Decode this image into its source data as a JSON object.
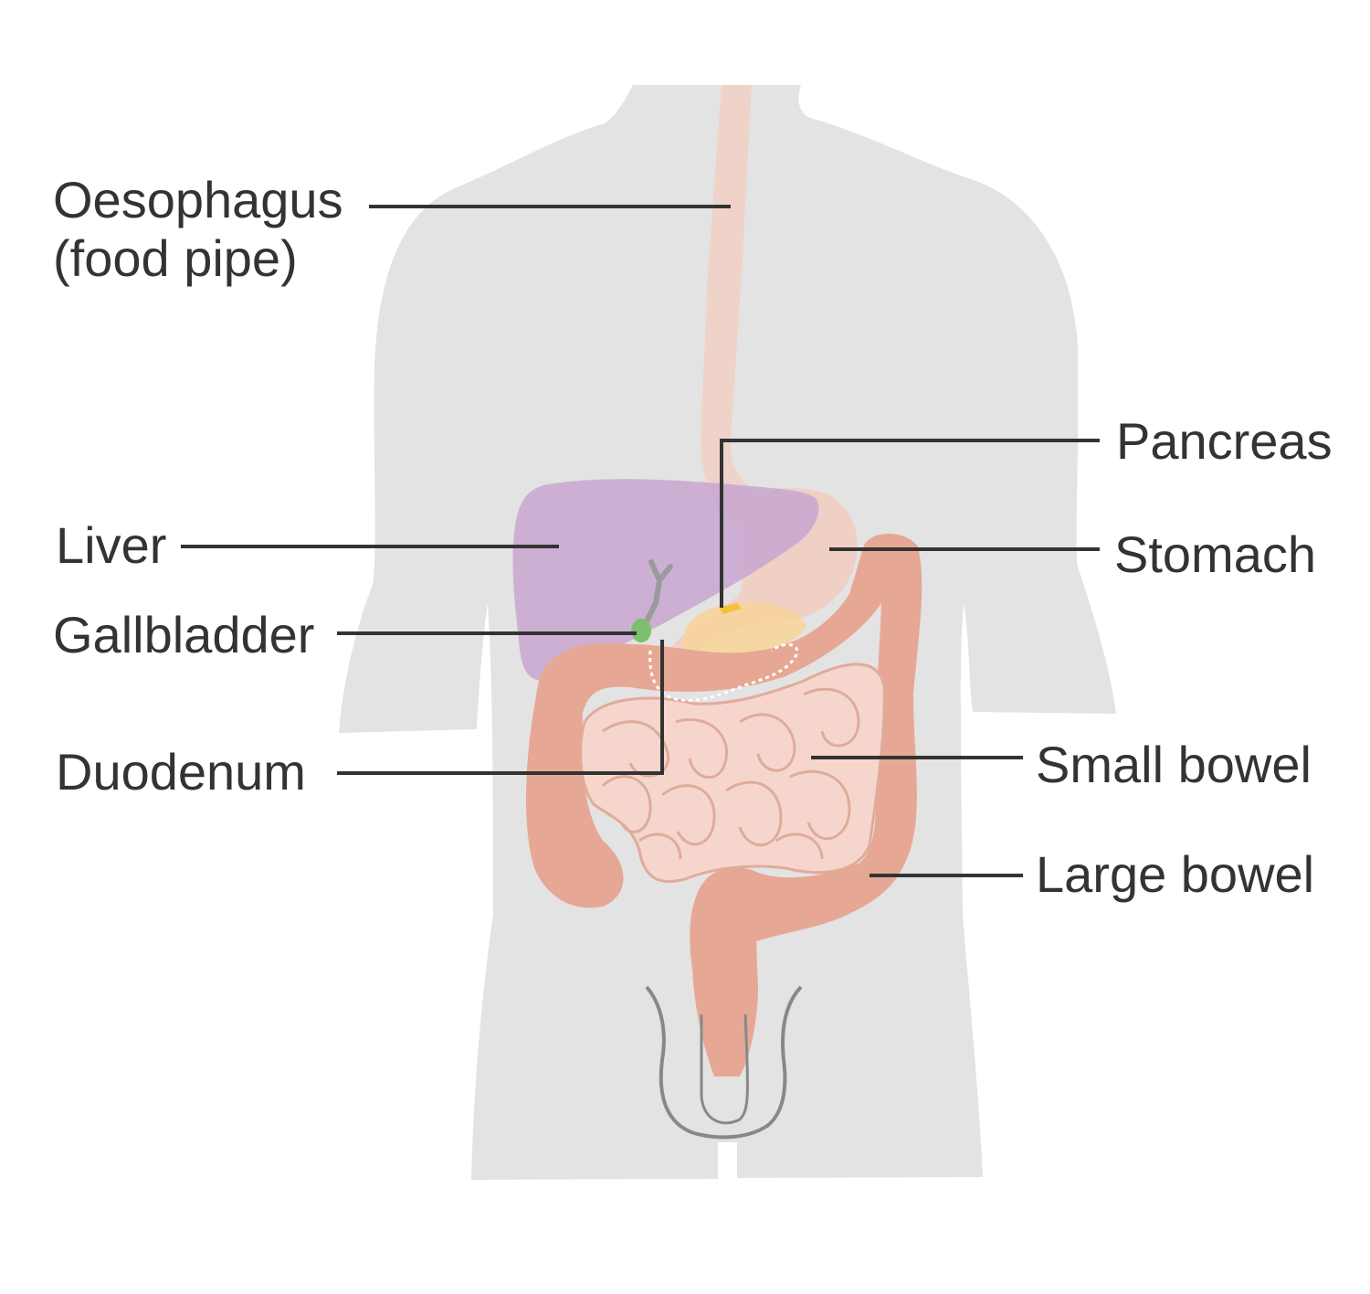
{
  "colors": {
    "background": "#ffffff",
    "body_silhouette": "#e3e3e3",
    "oesophagus": "#efd3c9",
    "liver": "#c9a9cf",
    "stomach": "#f0cfc3",
    "gallbladder": "#7dbf6e",
    "bile_duct": "#9a9a9a",
    "pancreas": "#f7d49a",
    "pancreas_edge": "#f2c33a",
    "large_bowel": "#e6a894",
    "small_bowel": "#f6d6cc",
    "small_bowel_outline": "#e0ab9b",
    "duodenum_dashes": "#ffffff",
    "pelvis_outline": "#888888",
    "leader_line": "#333333",
    "text": "#333333"
  },
  "labels": {
    "oesophagus": [
      "Oesophagus",
      "(food pipe)"
    ],
    "pancreas": "Pancreas",
    "liver": "Liver",
    "stomach": "Stomach",
    "gallbladder": "Gallbladder",
    "duodenum": "Duodenum",
    "small_bowel": "Small bowel",
    "large_bowel": "Large bowel"
  }
}
